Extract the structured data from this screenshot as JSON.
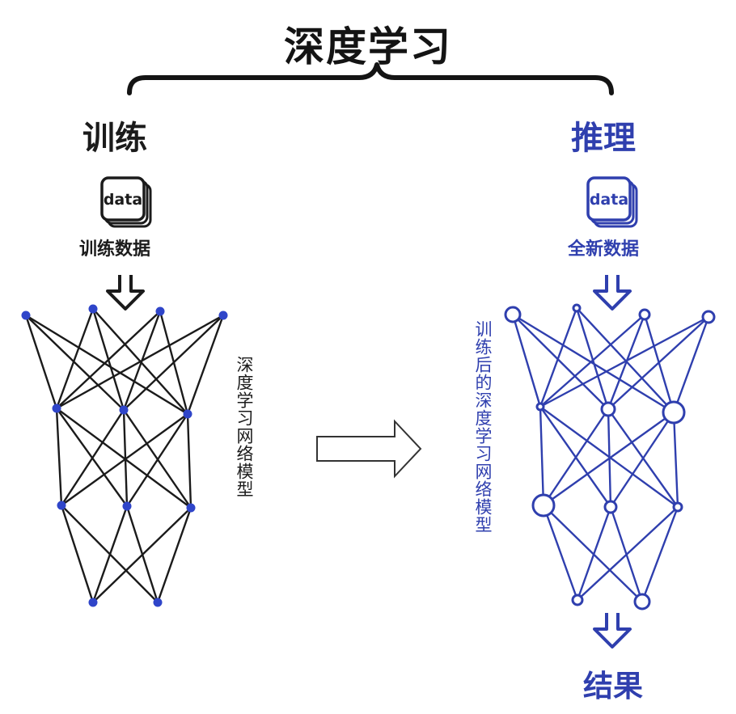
{
  "title": "深度学习",
  "training": {
    "heading": "训练",
    "data_icon_text": "data",
    "data_caption": "训练数据",
    "model_label": "深度学习网络模型"
  },
  "inference": {
    "heading": "推理",
    "data_icon_text": "data",
    "data_caption": "全新数据",
    "model_label": "训练后的深度学习网络模型",
    "result_label": "结果"
  },
  "colors": {
    "ink": "#1b1b1b",
    "blue": "#2f3fae",
    "node_blue": "#2f45c9"
  },
  "icons": [
    "data-document-icon",
    "down-arrow-icon",
    "right-arrow-icon",
    "brace-icon"
  ]
}
